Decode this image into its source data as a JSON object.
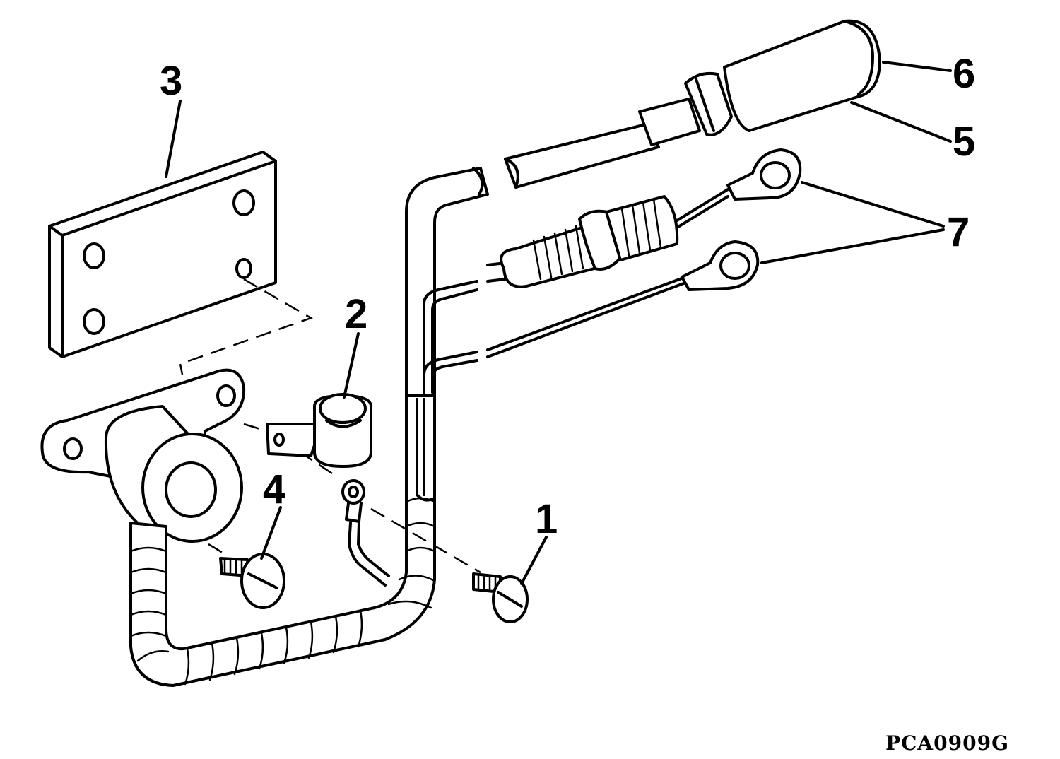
{
  "callouts": {
    "c1": "1",
    "c2": "2",
    "c3": "3",
    "c4": "4",
    "c5": "5",
    "c6": "6",
    "c7": "7"
  },
  "figure_id": "PCA0909G",
  "colors": {
    "line": "#000000",
    "background": "#ffffff"
  }
}
